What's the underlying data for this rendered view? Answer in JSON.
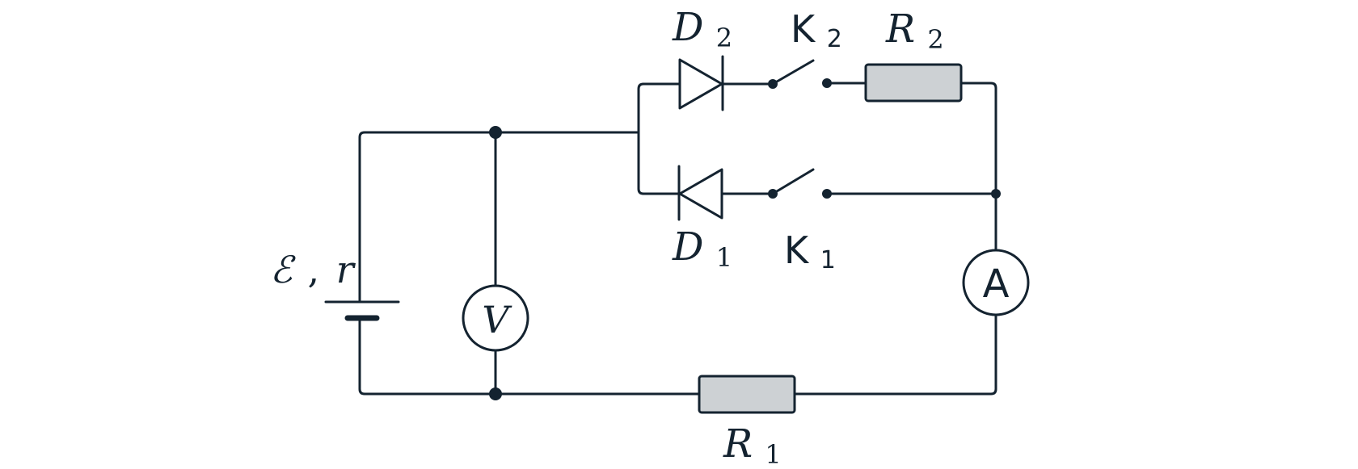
{
  "diagram": {
    "source": {
      "symbol": "ℰ",
      "sep": ",",
      "internal": "r"
    },
    "voltmeter": {
      "label": "V"
    },
    "ammeter": {
      "label": "A"
    },
    "resistor_1": {
      "name": "R",
      "sub": "1"
    },
    "resistor_2": {
      "name": "R",
      "sub": "2"
    },
    "diode_1": {
      "name": "D",
      "sub": "1"
    },
    "diode_2": {
      "name": "D",
      "sub": "2"
    },
    "switch_1": {
      "name": "K",
      "sub": "1"
    },
    "switch_2": {
      "name": "K",
      "sub": "2"
    }
  }
}
